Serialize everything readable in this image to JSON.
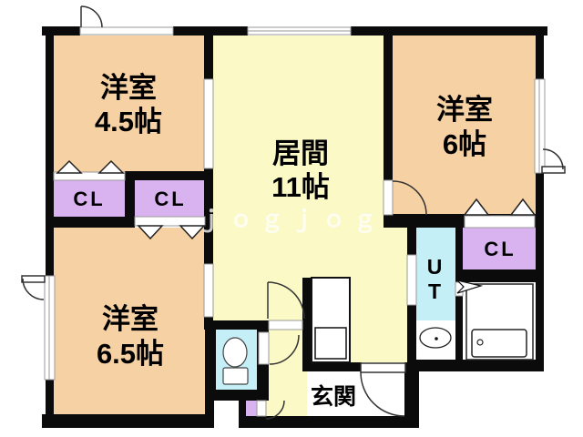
{
  "labels": {
    "room45": {
      "l1": "洋室",
      "l2": "4.5帖"
    },
    "living": {
      "l1": "居間",
      "l2": "11帖"
    },
    "room6": {
      "l1": "洋室",
      "l2": "6帖"
    },
    "room65": {
      "l1": "洋室",
      "l2": "6.5帖"
    },
    "closet_left": "CL",
    "closet_right": "CL",
    "closet_east": "CL",
    "ut": {
      "l1": "U",
      "l2": "T"
    },
    "genkan": "玄関",
    "watermark": "ｊｏｇｊｏｇ"
  },
  "colors": {
    "background": "#ffffff",
    "wall": "#0b0b0b",
    "room_peach": "#f6d1a4",
    "living_yellow": "#fbf9c6",
    "closet_purple": "#d8b3f0",
    "water_cyan": "#c4eff7",
    "fixture_outline": "#333333",
    "opening_line": "#9a9a9a"
  }
}
